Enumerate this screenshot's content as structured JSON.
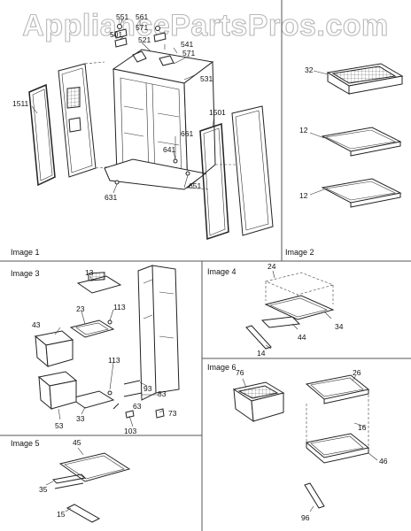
{
  "watermark": "AppliancePartsPros.com",
  "panels": [
    {
      "label": "Image 1"
    },
    {
      "label": "Image 2"
    },
    {
      "label": "Image 3"
    },
    {
      "label": "Image 4"
    },
    {
      "label": "Image 5"
    },
    {
      "label": "Image 6"
    }
  ],
  "callouts": {
    "p1": [
      "551",
      "561",
      "501",
      "571",
      "521",
      "541",
      "571",
      "531",
      "1511",
      "1501",
      "661",
      "641",
      "651",
      "631"
    ],
    "p2": [
      "32",
      "12",
      "12"
    ],
    "p3": [
      "13",
      "23",
      "113",
      "43",
      "113",
      "93",
      "83",
      "63",
      "73",
      "33",
      "53",
      "103"
    ],
    "p4": [
      "24",
      "34",
      "14",
      "44"
    ],
    "p5": [
      "45",
      "35",
      "15"
    ],
    "p6": [
      "76",
      "26",
      "16",
      "46",
      "96"
    ]
  }
}
